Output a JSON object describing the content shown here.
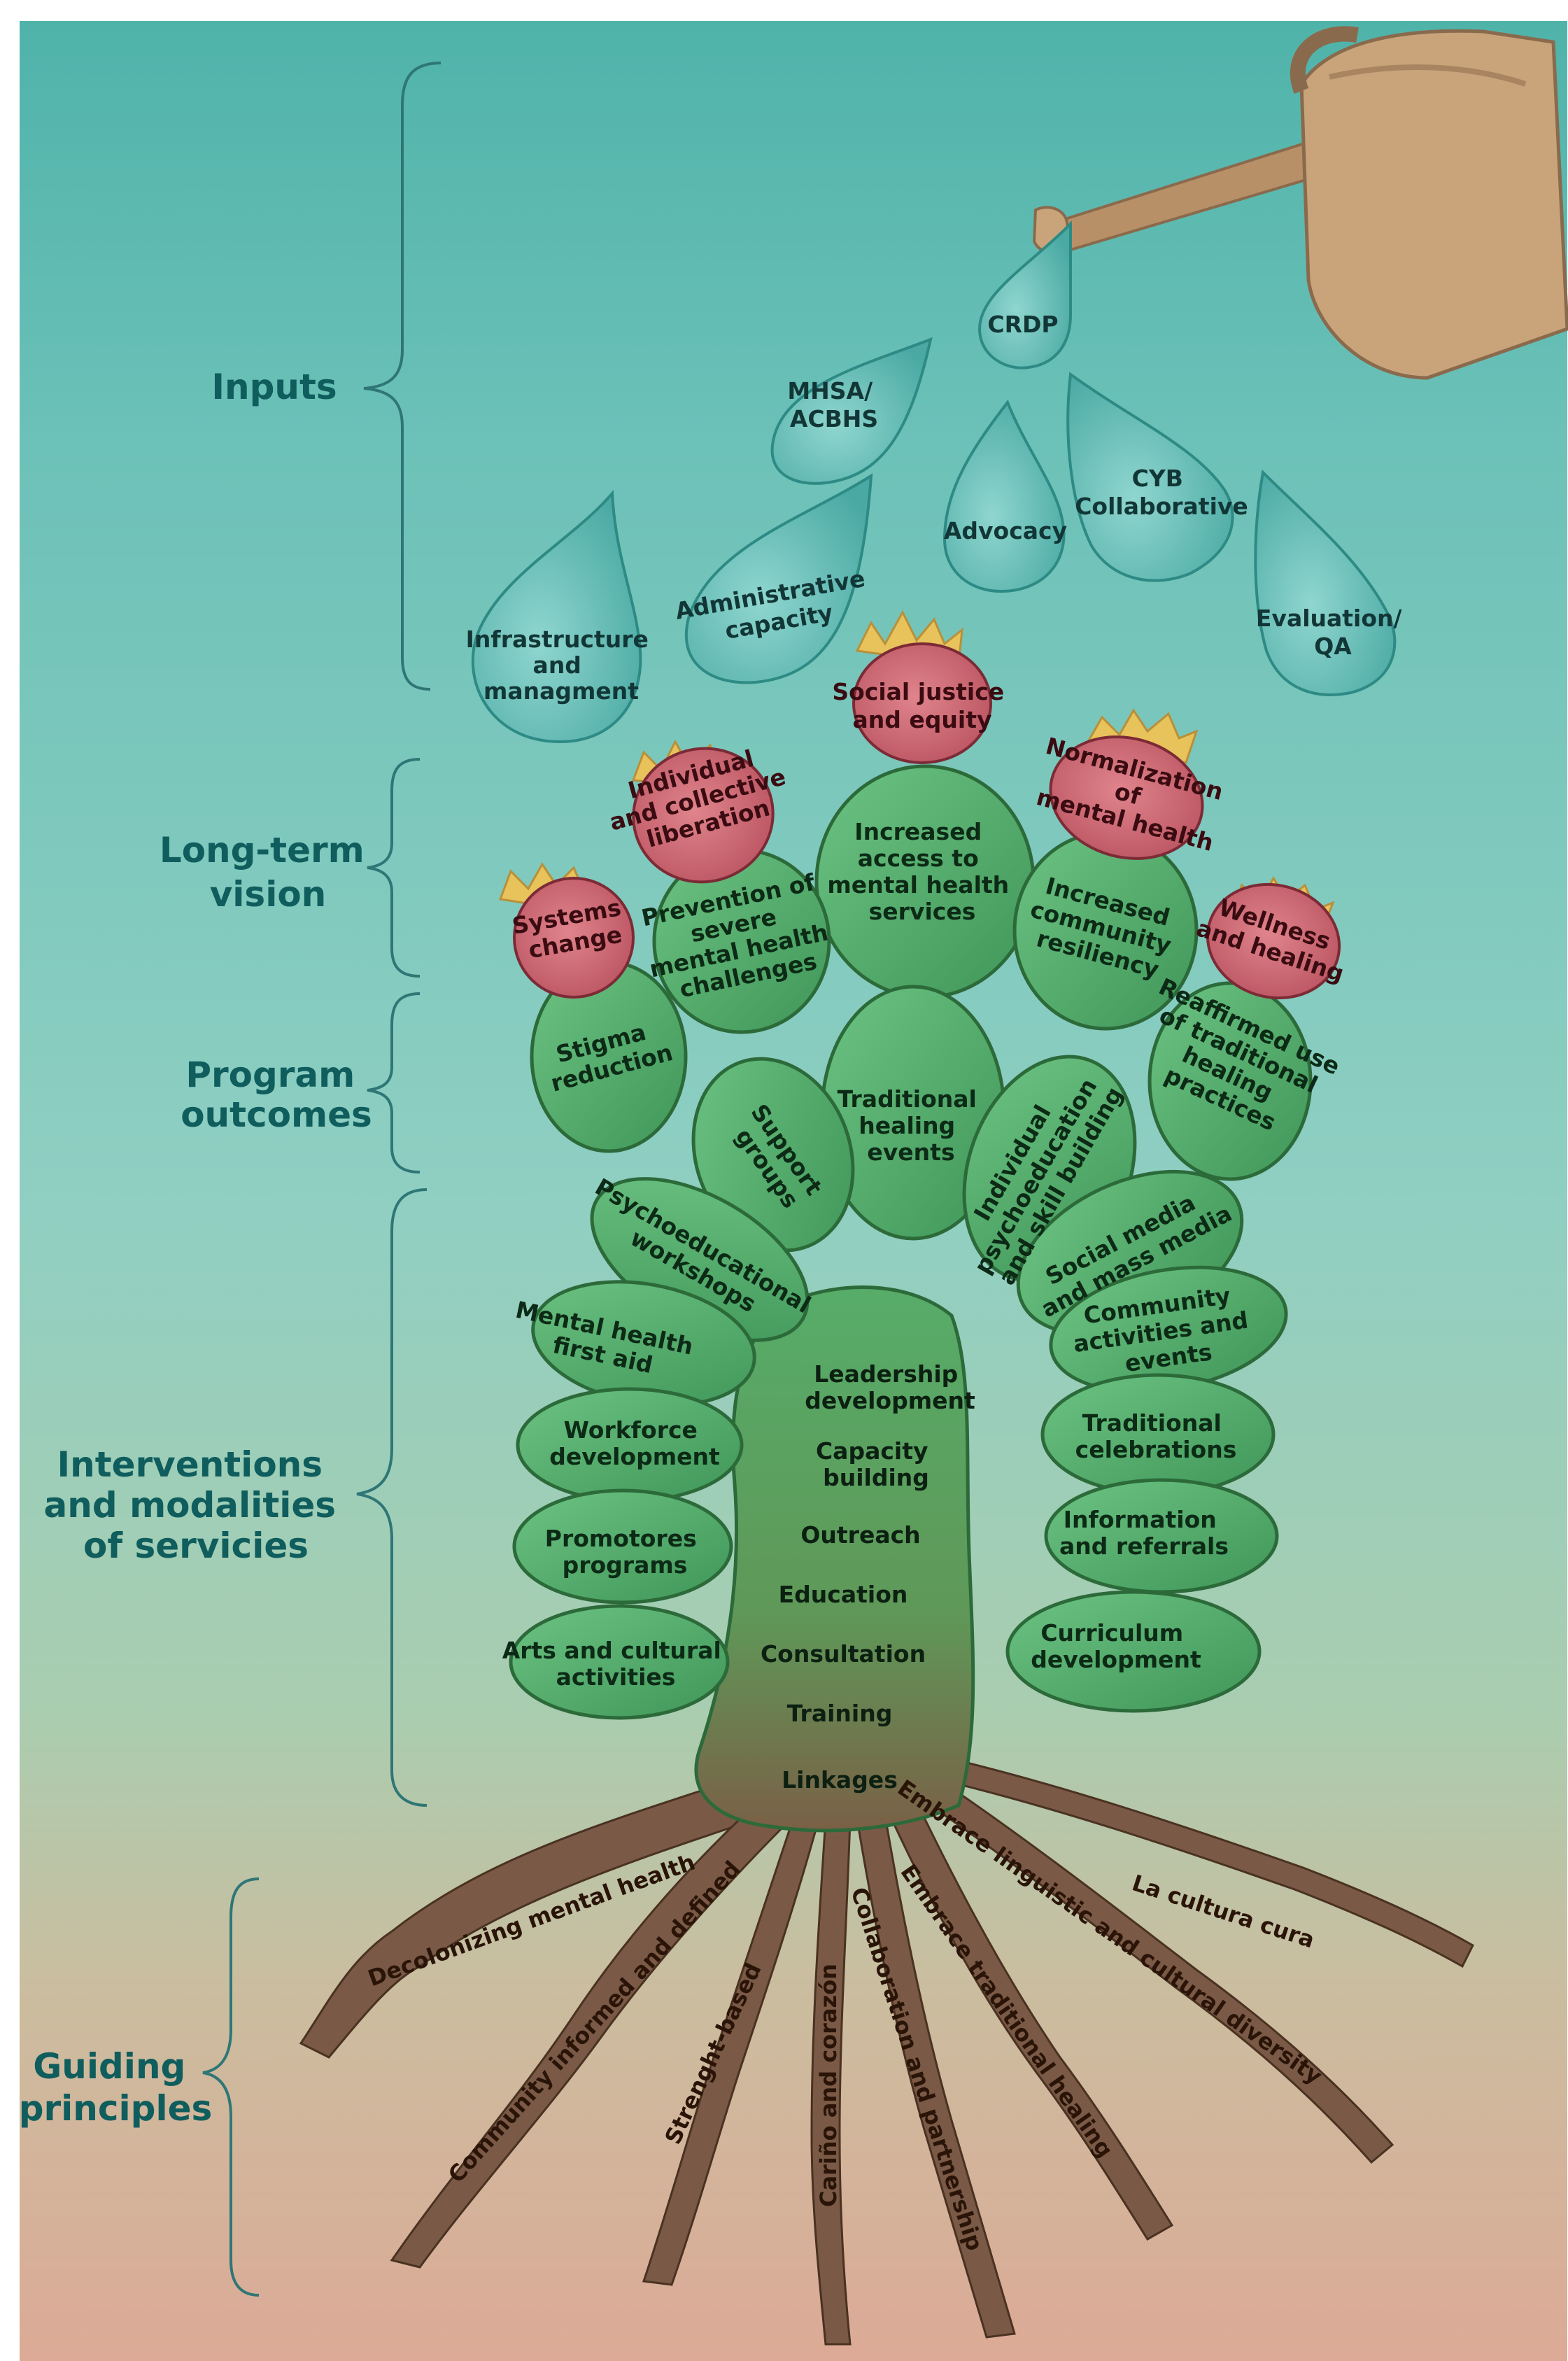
{
  "colors": {
    "sky_top": "#5dbab0",
    "sky_mid": "#8ccdbe",
    "ground": "#d9ab98",
    "drop": "#63bdb7",
    "pad": "#4fa765",
    "pad_dark": "#2e7d45",
    "fruit": "#c9606b",
    "flower": "#e8c25a",
    "root": "#7a5a46",
    "can": "#c9a47b",
    "label": "#0f5d5d"
  },
  "sections": {
    "inputs": "Inputs",
    "long_term_vision": [
      "Long-term",
      "vision"
    ],
    "program_outcomes": [
      "Program",
      "outcomes"
    ],
    "interventions": [
      "Interventions",
      "and modalities",
      "of servicies"
    ],
    "guiding_principles": [
      "Guiding",
      "principles"
    ]
  },
  "inputs": {
    "crdp": [
      "CRDP"
    ],
    "mhsa": [
      "MHSA/",
      "ACBHS"
    ],
    "advocacy": [
      "Advocacy"
    ],
    "cyb": [
      "CYB",
      "Collaborative"
    ],
    "admin": [
      "Administrative",
      "capacity"
    ],
    "infra": [
      "Infrastructure",
      "and",
      "managment"
    ],
    "evaluation": [
      "Evaluation/",
      "QA"
    ]
  },
  "long_term_vision": {
    "social_justice": [
      "Social justice",
      "and equity"
    ],
    "liberation": [
      "Individual",
      "and collective",
      "liberation"
    ],
    "normalization": [
      "Normalization",
      "of",
      "mental health"
    ],
    "systems_change": [
      "Systems",
      "change"
    ],
    "wellness": [
      "Wellness",
      "and healing"
    ]
  },
  "program_outcomes": {
    "increased_access": [
      "Increased",
      "access to",
      "mental health",
      "services"
    ],
    "prevention": [
      "Prevention of",
      "severe",
      "mental health",
      "challenges"
    ],
    "resiliency": [
      "Increased",
      "community",
      "resiliency"
    ],
    "stigma": [
      "Stigma",
      "reduction"
    ],
    "reaffirmed": [
      "Reaffirmed use",
      "of traditional",
      "healing",
      "practices"
    ]
  },
  "interventions": {
    "traditional_healing_events": [
      "Traditional",
      "healing",
      "events"
    ],
    "support_groups": [
      "Support",
      "groups"
    ],
    "individual_psychoeducation": [
      "Individual",
      "psychoeducation",
      "and skill building"
    ],
    "psychoeducational_workshops": [
      "Psychoeducational",
      "workshops"
    ],
    "social_media": [
      "Social media",
      "and mass media"
    ],
    "mental_health_first_aid": [
      "Mental health",
      "first aid"
    ],
    "community_activities": [
      "Community",
      "activities and",
      "events"
    ],
    "workforce": [
      "Workforce",
      "development"
    ],
    "traditional_celebrations": [
      "Traditional",
      "celebrations"
    ],
    "promotores": [
      "Promotores",
      "programs"
    ],
    "information_referrals": [
      "Information",
      "and referrals"
    ],
    "arts_cultural": [
      "Arts and cultural",
      "activities"
    ],
    "curriculum": [
      "Curriculum",
      "development"
    ]
  },
  "trunk": {
    "leadership": [
      "Leadership",
      "development"
    ],
    "capacity": [
      "Capacity",
      "building"
    ],
    "outreach": [
      "Outreach"
    ],
    "education": [
      "Education"
    ],
    "consultation": [
      "Consultation"
    ],
    "training": [
      "Training"
    ],
    "linkages": [
      "Linkages"
    ]
  },
  "guiding_principles": {
    "decolonizing": "Decolonizing mental health",
    "community_informed": "Community informed and defined",
    "strength_based": "Strenght-based",
    "carino": "Cariño and corazón",
    "collaboration": "Collaboration and partnership",
    "traditional_healing": "Embrace traditional healing",
    "linguistic": "Embrace linguistic and cultural diversity",
    "la_cultura": "La cultura cura"
  }
}
